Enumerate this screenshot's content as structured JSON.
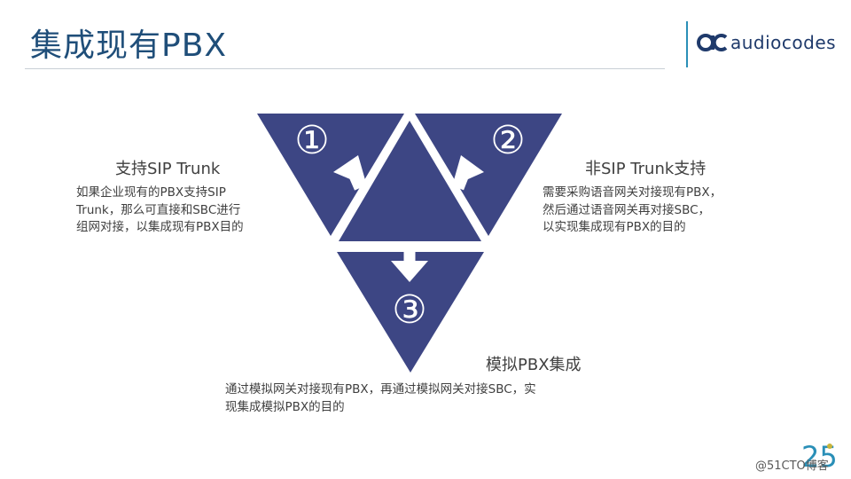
{
  "slide": {
    "title": "集成现有PBX"
  },
  "brand": {
    "logo_text": "audiocodes",
    "anniversary_text": "25"
  },
  "diagram": {
    "markers": [
      "①",
      "②",
      "③"
    ],
    "colors": {
      "primary": "#3d4684",
      "text": "#404040",
      "title": "#1f4e79",
      "accent": "#2a8fb7"
    }
  },
  "options": [
    {
      "title": "支持SIP Trunk",
      "lines": [
        "如果企业现有的PBX支持SIP",
        "Trunk，那么可直接和SBC进行",
        "组网对接，以集成现有PBX目的"
      ]
    },
    {
      "title": "非SIP Trunk支持",
      "lines": [
        "需要采购语音网关对接现有PBX，",
        "然后通过语音网关再对接SBC，",
        "以实现集成现有PBX的目的"
      ]
    },
    {
      "title": "模拟PBX集成",
      "lines": [
        "通过模拟网关对接现有PBX，再通过模拟网关对接SBC，实",
        "现集成模拟PBX的目的"
      ]
    }
  ],
  "watermark": "@51CTO博客"
}
